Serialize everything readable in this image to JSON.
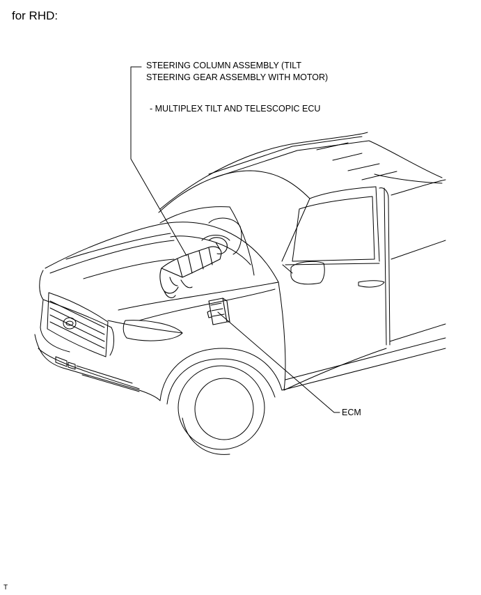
{
  "heading": "for RHD:",
  "callouts": {
    "steering_column_line1": "STEERING COLUMN ASSEMBLY (TILT",
    "steering_column_line2": "STEERING GEAR ASSEMBLY WITH MOTOR)",
    "multiplex_ecu": "- MULTIPLEX TILT AND TELESCOPIC ECU",
    "ecm": "ECM"
  },
  "footer": "T",
  "colors": {
    "line": "#000000",
    "background": "#ffffff"
  },
  "icons": {
    "vehicle": "suv-front-quarter-illustration",
    "steering_column": "steering-column-assembly-illustration",
    "ecm": "ecm-module-illustration"
  }
}
